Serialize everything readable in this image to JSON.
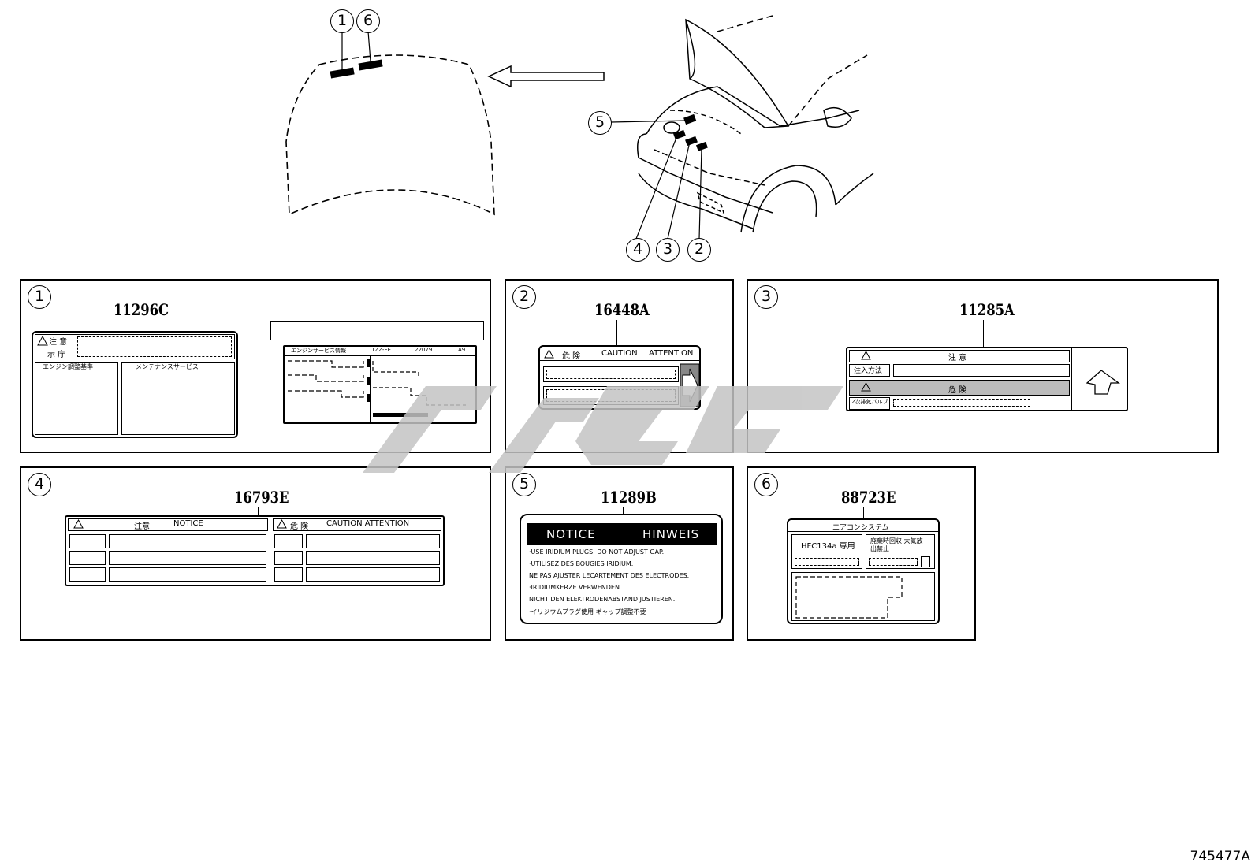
{
  "diagram_ref": "745477A",
  "overview_callouts": {
    "c1": "1",
    "c6": "6",
    "c5": "5",
    "c4": "4",
    "c3": "3",
    "c2": "2"
  },
  "panels": [
    {
      "index": "1",
      "part_number": "11296C"
    },
    {
      "index": "2",
      "part_number": "16448A"
    },
    {
      "index": "3",
      "part_number": "11285A"
    },
    {
      "index": "4",
      "part_number": "16793E"
    },
    {
      "index": "5",
      "part_number": "11289B"
    },
    {
      "index": "6",
      "part_number": "88723E"
    }
  ],
  "label_1": {
    "caution_jp": "注 意",
    "sub_jp": "示 庁",
    "left_header": "エンジン調整基準",
    "right_header": "メンテナンスサービス",
    "vecs_header": [
      "エンジンサービス情報",
      "1ZZ-FE",
      "22079",
      "A9"
    ]
  },
  "label_2": {
    "danger_jp": "危 険",
    "caution": "CAUTION",
    "attention": "ATTENTION"
  },
  "label_3": {
    "caution_jp": "注 意",
    "row1_label": "注入方法",
    "danger_jp": "危 険",
    "row2_label": "2次排気バルブ"
  },
  "label_4": {
    "left_title_jp": "注意",
    "left_title": "NOTICE",
    "right_title_jp": "危 険",
    "right_title": "CAUTION ATTENTION"
  },
  "label_5": {
    "title_left": "NOTICE",
    "title_right": "HINWEIS",
    "lines": [
      "·USE IRIDIUM PLUGS.  DO NOT ADJUST GAP.",
      "·UTILISEZ DES BOUGIES IRIDIUM.",
      "NE PAS AJUSTER LECARTEMENT DES ELECTRODES.",
      "·IRIDIUMKERZE VERWENDEN.",
      "NICHT DEN ELEKTRODENABSTAND JUSTIEREN.",
      "·イリジウムプラグ使用    ギャップ調整不要"
    ]
  },
  "label_6": {
    "title": "エアコンシステム",
    "refrigerant": "HFC134a 専用",
    "warning": "廃棄時回収 大気放出禁止"
  },
  "colors": {
    "line": "#000000",
    "watermark": "#c4c4c4",
    "background": "#ffffff"
  }
}
